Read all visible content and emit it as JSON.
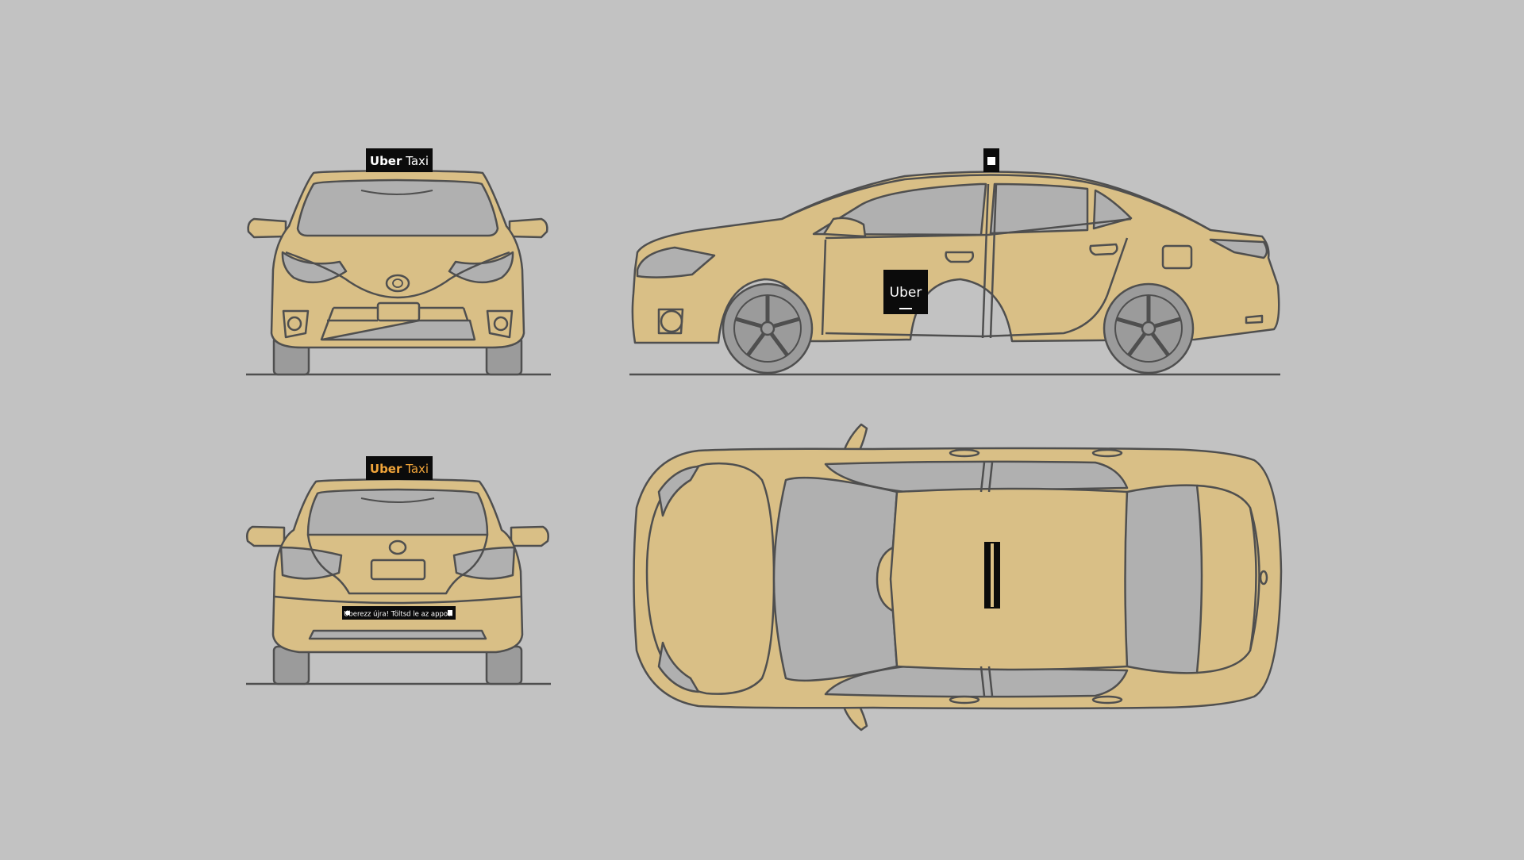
{
  "colors": {
    "background": "#c2c2c2",
    "body": "#d9bf86",
    "glass": "#b0b0b0",
    "outline": "#4f4f4f",
    "tire": "#9b9b9b",
    "sign_black": "#0b0b0b",
    "sign_text": "#ffffff",
    "sign_text_orange": "#f0a43a"
  },
  "front_view": {
    "roof_sign": {
      "brand": "Uber",
      "service": "Taxi"
    }
  },
  "rear_view": {
    "roof_sign": {
      "brand": "Uber",
      "service": "Taxi"
    },
    "bumper_sticker": "Uberezz újra! Töltsd le az appot!"
  },
  "side_view": {
    "door_sticker": {
      "brand": "Uber"
    }
  },
  "top_view": {}
}
